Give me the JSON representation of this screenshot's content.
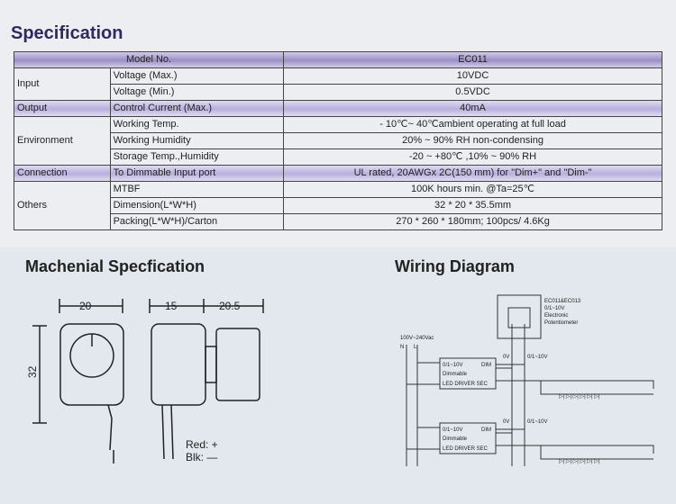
{
  "title": "Specification",
  "table": {
    "header": {
      "label": "Model No.",
      "value": "EC011"
    },
    "rows": [
      {
        "group": "Input",
        "param": "Voltage (Max.)",
        "value": "10VDC"
      },
      {
        "param": "Voltage (Min.)",
        "value": "0.5VDC"
      },
      {
        "group": "Output",
        "param": "Control Current (Max.)",
        "value": "40mA"
      },
      {
        "group": "Environment",
        "param": "Working Temp.",
        "value": "- 10℃~ 40℃ambient operating at full load"
      },
      {
        "param": "Working Humidity",
        "value": "20% ~ 90% RH non-condensing"
      },
      {
        "param": "Storage Temp.,Humidity",
        "value": "-20 ~ +80℃ ,10% ~ 90% RH"
      },
      {
        "group": "Connection",
        "param": "To Dimmable Input port",
        "value": "UL rated, 20AWGx 2C(150 mm) for \"Dim+\" and  \"Dim-\""
      },
      {
        "group": "Others",
        "param": "MTBF",
        "value": "100K hours min. @Ta=25℃"
      },
      {
        "param": "Dimension(L*W*H)",
        "value": "32 * 20 * 35.5mm"
      },
      {
        "param": "Packing(L*W*H)/Carton",
        "value": "270 * 260 * 180mm; 100pcs/ 4.6Kg"
      }
    ]
  },
  "mech": {
    "title": "Machenial Specfication",
    "dim_width": "20",
    "dim_depth1": "15",
    "dim_depth2": "20.5",
    "dim_height": "32",
    "red": "Red: +",
    "blk": "Blk: —"
  },
  "wiring": {
    "title": "Wiring Diagram",
    "pot_label1": "EC011&EC013",
    "pot_label2": "0/1~10V",
    "pot_label3": "Electronic",
    "pot_label4": "Potentiometer",
    "supply": "100V~240Vac",
    "n": "N",
    "l": "L",
    "ov": "0V",
    "v10": "0/1~10V",
    "drv1": "0/1~10V",
    "dim": "DIM",
    "dimmable": "Dimmable",
    "drv3": "LED DRIVER SEC"
  }
}
